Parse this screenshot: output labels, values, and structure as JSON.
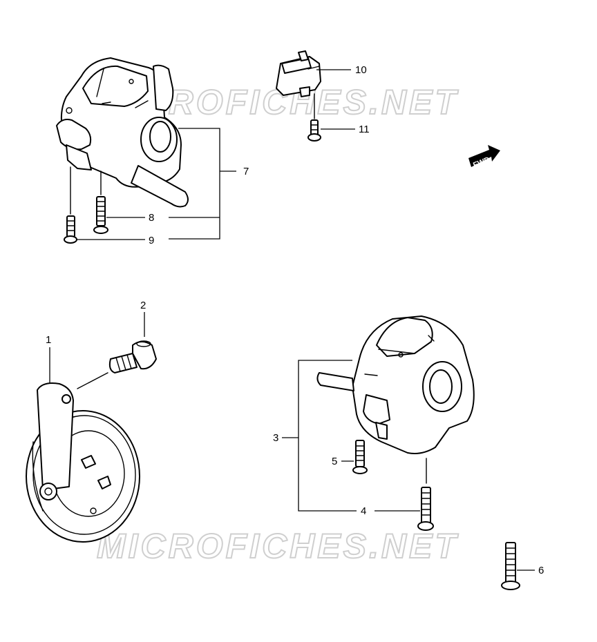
{
  "watermark": "MICROFICHES.NET",
  "fwd_label": "FWD",
  "callouts": {
    "c1": "1",
    "c2": "2",
    "c3": "3",
    "c4": "4",
    "c5": "5",
    "c6": "6",
    "c7": "7",
    "c8": "8",
    "c9": "9",
    "c10": "10",
    "c11": "11"
  }
}
